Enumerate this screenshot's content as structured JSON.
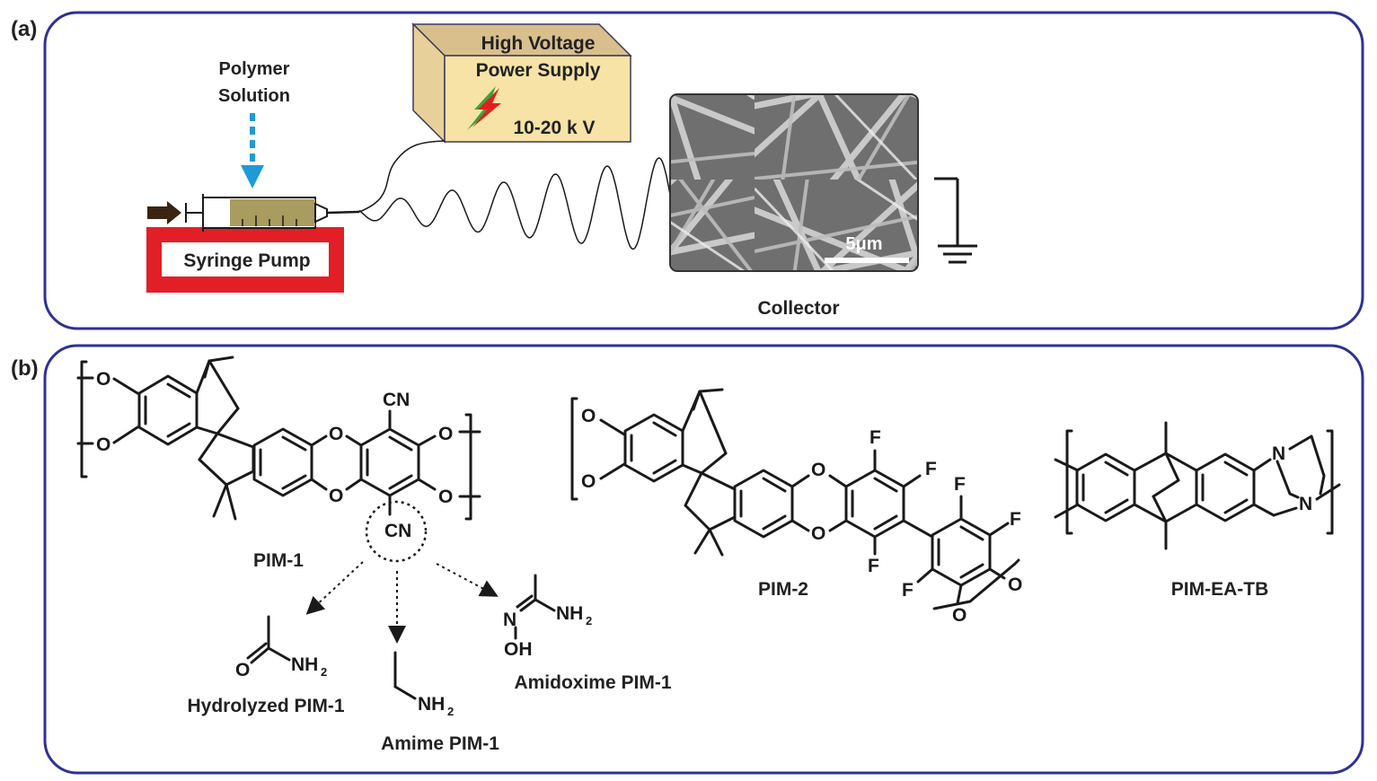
{
  "colors": {
    "panel_border": "#2e3192",
    "pump_red": "#e21f26",
    "syringe_olive": "#a89c5e",
    "arrow_blue": "#1e9bd7",
    "box_face": "#f7e3a6",
    "box_top": "#d8bf8c",
    "box_side": "#e8d09a",
    "bolt_red": "#e02020",
    "bolt_green": "#3aa53a",
    "sem_gray": "#8a8a8a"
  },
  "panel_a": {
    "label": "(a)",
    "polymer_solution_line1": "Polymer",
    "polymer_solution_line2": "Solution",
    "power_supply_line1": "High Voltage",
    "power_supply_line2": "Power Supply",
    "voltage": "10-20 k V",
    "syringe_pump": "Syringe Pump",
    "scale_bar": "5μm",
    "collector": "Collector"
  },
  "panel_b": {
    "label": "(b)",
    "pim1": "PIM-1",
    "pim2": "PIM-2",
    "pim_ea_tb": "PIM-EA-TB",
    "hydrolyzed": "Hydrolyzed PIM-1",
    "amime": "Amime PIM-1",
    "amidoxime": "Amidoxime PIM-1",
    "atoms": {
      "O": "O",
      "CN": "CN",
      "F": "F",
      "N": "N",
      "NH": "NH",
      "two": "2",
      "OH": "OH"
    }
  }
}
